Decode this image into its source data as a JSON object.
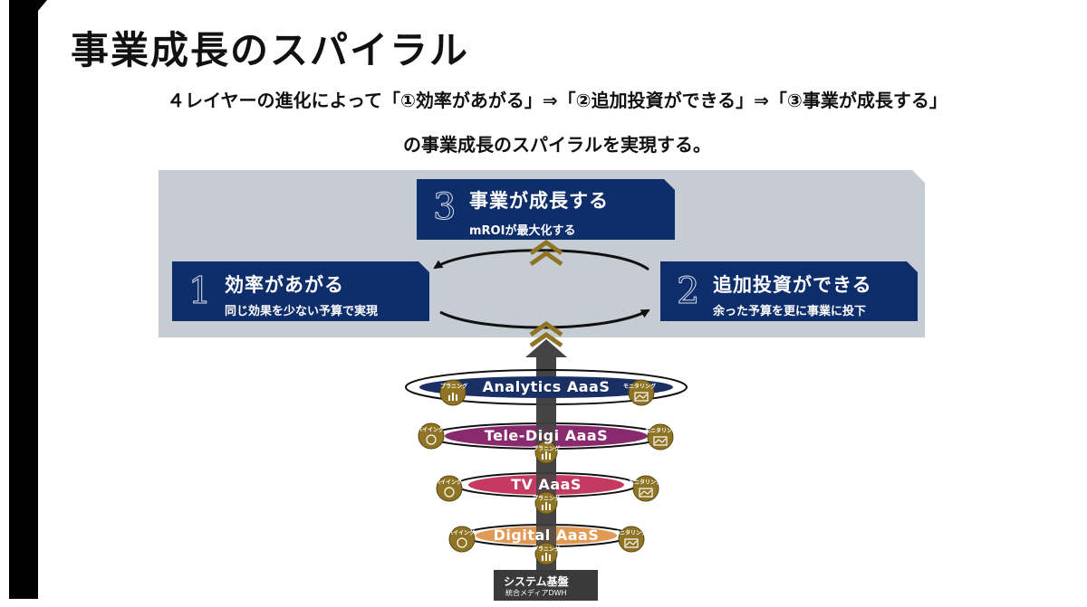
{
  "title": "事業成長のスパイラル",
  "subtitle_line1": "４レイヤーの進化によって「①効率があがる」⇒「②追加投資ができる」⇒「③事業が成長する」",
  "subtitle_line2": "の事業成長のスパイラルを実現する。",
  "steps": {
    "step1": {
      "num": "1",
      "head": "効率があがる",
      "desc": "同じ効果を少ない予算で実現"
    },
    "step2": {
      "num": "2",
      "head": "追加投資ができる",
      "desc": "余った予算を更に事業に投下"
    },
    "step3": {
      "num": "3",
      "head": "事業が成長する",
      "desc": "mROIが最大化する"
    }
  },
  "layers": {
    "analytics": {
      "label": "Analytics AaaS",
      "left_badge": "プラニング",
      "right_badge": "モニタリング"
    },
    "teledigi": {
      "label": "Tele-Digi AaaS",
      "left_badge": "バイイング",
      "right_badge": "モニタリング",
      "center_badge": "プラニング"
    },
    "tv": {
      "label": "TV AaaS",
      "left_badge": "バイイング",
      "right_badge": "モニタリング",
      "center_badge": "プラニング"
    },
    "digital": {
      "label": "Digital AaaS",
      "left_badge": "バイイング",
      "right_badge": "モニタリング",
      "center_badge": "プラニング"
    }
  },
  "base": {
    "line1": "システム基盤",
    "line2": "統合メディアDWH"
  },
  "colors": {
    "navy": "#0e2d6b",
    "panel": "#c5ccd4",
    "analytics": "#1a2f63",
    "teledigi": "#8a2a6e",
    "tv": "#c43a61",
    "digital": "#e09a54",
    "gold": "#8e7424",
    "arrow_gray": "#444444"
  },
  "icons": [
    "chevron-up-icon",
    "gold-coin-icon",
    "bar-chart-icon",
    "line-chart-icon",
    "database-icon"
  ]
}
